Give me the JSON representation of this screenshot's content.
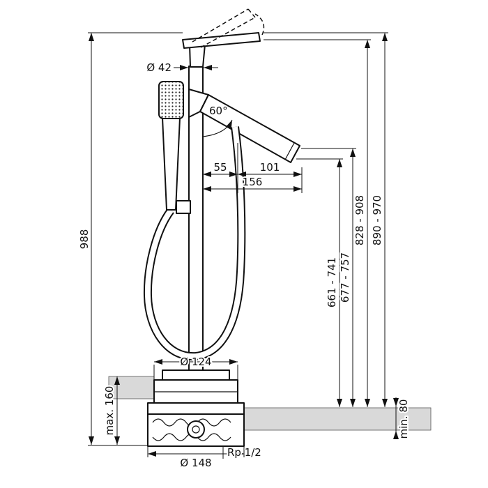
{
  "diagram": {
    "labels": {
      "dia42": "Ø 42",
      "angle60": "60°",
      "d55": "55",
      "d101": "101",
      "d156": "156",
      "h988": "988",
      "r828": "828 - 908",
      "r890": "890 - 970",
      "m661": "661 - 741",
      "m677": "677 - 757",
      "dia124": "Ø 124",
      "max160": "max. 160",
      "min80": "min. 80",
      "dia148": "Ø 148",
      "rp": "Rp 1/2"
    },
    "colors": {
      "line": "#111111",
      "floor": "#d9d9d9",
      "background": "#ffffff"
    }
  }
}
